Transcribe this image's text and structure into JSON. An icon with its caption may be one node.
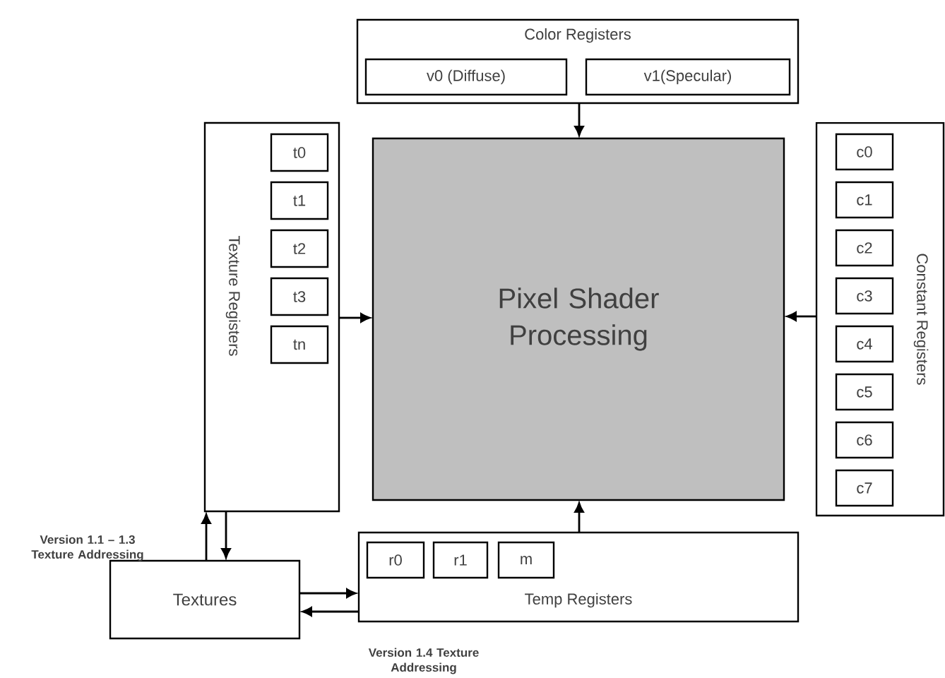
{
  "diagram": {
    "nodes": [
      {
        "text": [
          "Color Registers"
        ]
      },
      {
        "text": [
          "v0 (Diffuse)"
        ],
        "in": 0
      },
      {
        "text": [
          "v1(Specular)"
        ],
        "in": 0
      },
      {
        "text": [
          "Texture Registers"
        ]
      },
      {
        "text": [
          "t0"
        ],
        "in": 3
      },
      {
        "text": [
          "t1"
        ],
        "in": 3
      },
      {
        "text": [
          "t2"
        ],
        "in": 3
      },
      {
        "text": [
          "t3"
        ],
        "in": 3
      },
      {
        "text": [
          "tn"
        ],
        "in": 3
      },
      {
        "text": [
          "Pixel Shader Processing"
        ]
      },
      {
        "text": [
          "Constant Registers"
        ]
      },
      {
        "text": [
          "c0"
        ],
        "in": 10
      },
      {
        "text": [
          "c1"
        ],
        "in": 10
      },
      {
        "text": [
          "c2"
        ],
        "in": 10
      },
      {
        "text": [
          "c3"
        ],
        "in": 10
      },
      {
        "text": [
          "c4"
        ],
        "in": 10
      },
      {
        "text": [
          "c5"
        ],
        "in": 10
      },
      {
        "text": [
          "c6"
        ],
        "in": 10
      },
      {
        "text": [
          "c7"
        ],
        "in": 10
      },
      {
        "text": [
          "Temp Registers"
        ]
      },
      {
        "text": [
          "r0"
        ],
        "in": 19
      },
      {
        "text": [
          "r1"
        ],
        "in": 19
      },
      {
        "text": [
          "m"
        ],
        "in": 19
      },
      {
        "text": [
          "Textures"
        ]
      }
    ],
    "edges": [
      {
        "from": 0,
        "to": 9,
        "arrow": "to"
      },
      {
        "from": 3,
        "to": 9,
        "arrow": "to"
      },
      {
        "from": 10,
        "to": 9,
        "arrow": "to"
      },
      {
        "from": 19,
        "to": 9,
        "arrow": "to"
      },
      {
        "from": 23,
        "to": 3,
        "arrow": "to"
      },
      {
        "from": 3,
        "to": 23,
        "arrow": "to"
      },
      {
        "from": 23,
        "to": 19,
        "arrow": "to"
      },
      {
        "from": 19,
        "to": 23,
        "arrow": "to"
      }
    ],
    "labels": [
      "Version 1.1 – 1.3 Texture Addressing",
      "Version 1.4 Texture Addressing"
    ]
  }
}
